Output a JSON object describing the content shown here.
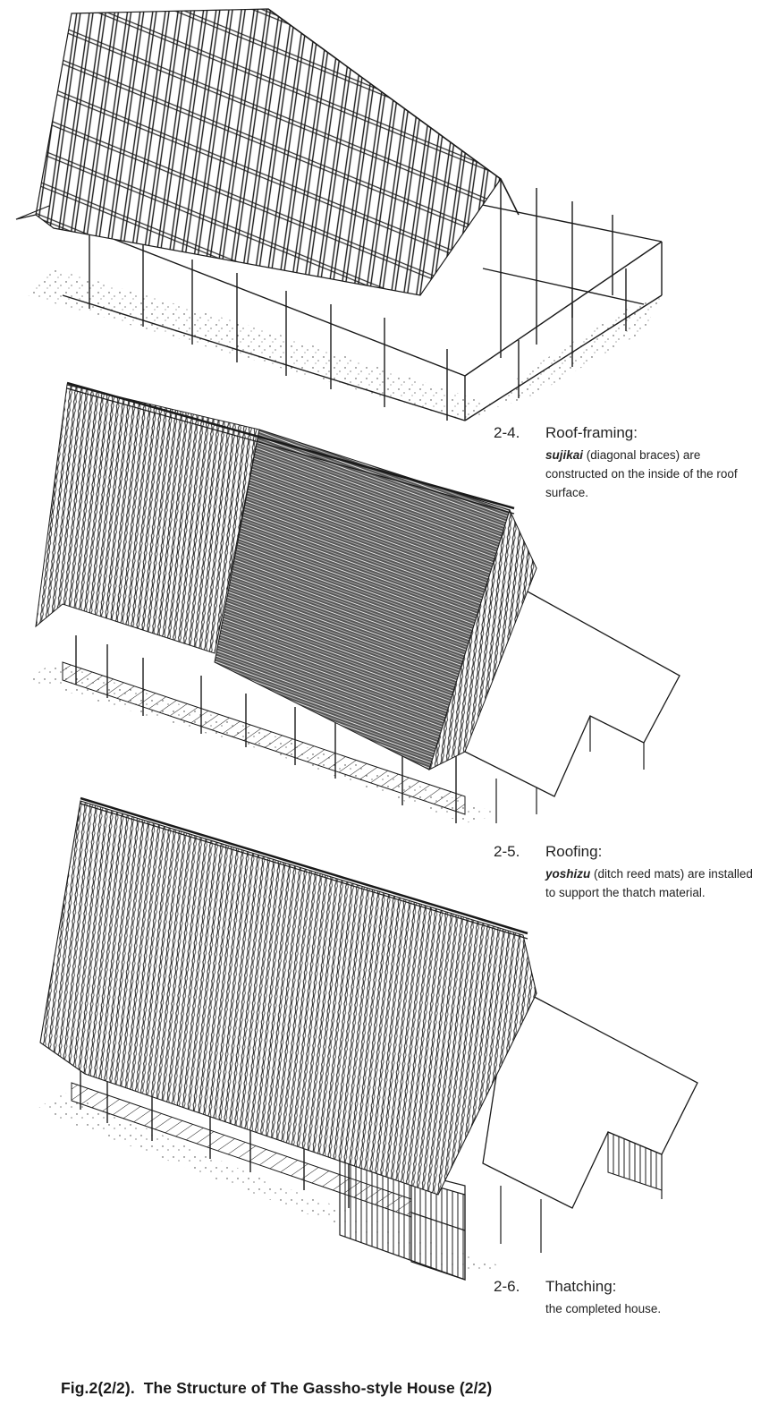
{
  "figure": {
    "label": "Fig.2(2/2).",
    "title": "The Structure of The Gassho-style House (2/2)"
  },
  "stages": [
    {
      "number": "2-4.",
      "title": "Roof-framing:",
      "term": "sujikai",
      "description": " (diagonal braces) are constructed on the inside of the roof surface.",
      "illustration": "roof-frame-drawing"
    },
    {
      "number": "2-5.",
      "title": "Roofing:",
      "term": "yoshizu",
      "description": " (ditch reed mats) are installed to support the thatch material.",
      "illustration": "reed-mat-roofing-drawing"
    },
    {
      "number": "2-6.",
      "title": "Thatching:",
      "term": "",
      "description": "the completed house.",
      "illustration": "thatched-house-drawing"
    }
  ],
  "colors": {
    "ink": "#1a1a1a",
    "paper": "#ffffff"
  }
}
